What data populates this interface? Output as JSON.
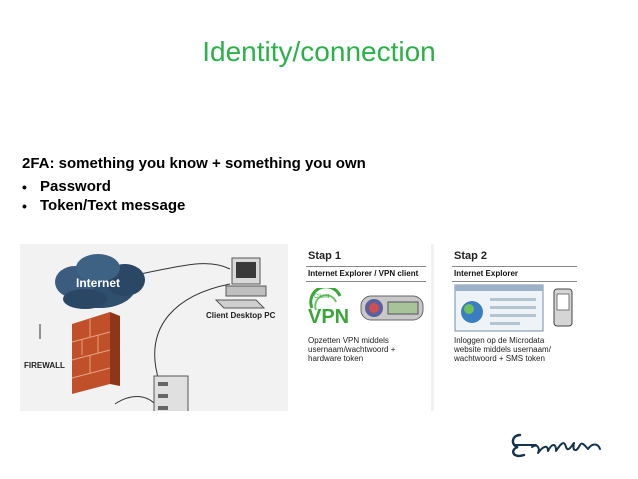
{
  "slide": {
    "title": "Identity/connection",
    "heading": "2FA: something you know + something you own",
    "bullets": [
      "Password",
      "Token/Text message"
    ]
  },
  "diagram": {
    "internet_label": "Internet",
    "client_label": "Client Desktop PC",
    "firewall_label": "FIREWALL",
    "step1": {
      "title": "Stap 1",
      "subtitle": "Internet Explorer / VPN client",
      "vpn_label": "VPN",
      "client_tag": "Client",
      "description": "Opzetten VPN middels\nusernaam/wachtwoord +\nhardware token"
    },
    "step2": {
      "title": "Stap 2",
      "subtitle": "Internet Explorer",
      "description": "Inloggen op de Microdata\nwebsite middels usernaam/\nwachtwoord + SMS token"
    }
  },
  "colors": {
    "title": "#2bb14a",
    "cloud": "#2f4f6f",
    "firewall": "#c0502a",
    "vpn_green": "#3aa63a",
    "logo": "#17324d"
  },
  "logo": {
    "icon": "erasmus-signature-logo"
  }
}
